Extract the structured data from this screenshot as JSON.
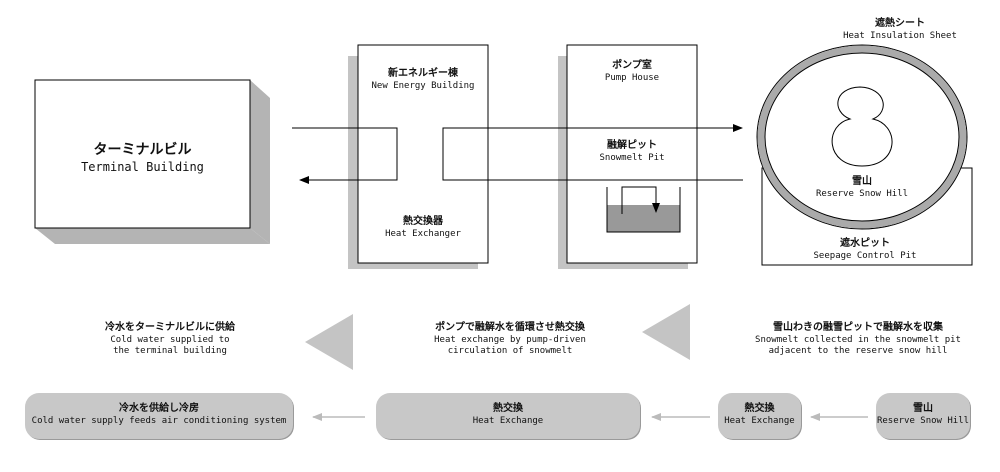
{
  "terminal": {
    "jp": "ターミナルビル",
    "en": "Terminal Building"
  },
  "energy_building": {
    "jp": "新エネルギー棟",
    "en": "New Energy Building",
    "exchanger_jp": "熱交換器",
    "exchanger_en": "Heat Exchanger"
  },
  "pump_house": {
    "jp": "ポンプ室",
    "en": "Pump House",
    "pit_jp": "融解ピット",
    "pit_en": "Snowmelt Pit"
  },
  "snow_hill": {
    "sheet_jp": "遮熱シート",
    "sheet_en": "Heat Insulation Sheet",
    "hill_jp": "雪山",
    "hill_en": "Reserve Snow Hill",
    "seepage_jp": "遮水ピット",
    "seepage_en": "Seepage Control Pit"
  },
  "steps": [
    {
      "jp": "冷水をターミナルビルに供給",
      "en1": "Cold water supplied to",
      "en2": "the terminal building"
    },
    {
      "jp": "ポンプで融解水を循環させ熱交換",
      "en1": "Heat exchange by pump-driven",
      "en2": "circulation of snowmelt"
    },
    {
      "jp": "雪山わきの融雪ピットで融解水を収集",
      "en1": "Snowmelt collected in the snowmelt pit",
      "en2": "adjacent to the reserve snow hill"
    }
  ],
  "flow": [
    {
      "jp": "冷水を供給し冷房",
      "en": "Cold water supply feeds air conditioning system"
    },
    {
      "jp": "熱交換",
      "en": "Heat Exchange"
    },
    {
      "jp": "熱交換",
      "en": "Heat Exchange"
    },
    {
      "jp": "雪山",
      "en": "Reserve Snow Hill"
    }
  ],
  "colors": {
    "shadow": "#b4b4b4",
    "box_shadow": "#c4c4c4",
    "water": "#999999",
    "pill": "#c8c8c8",
    "arrow_light": "#bbbbbb"
  }
}
